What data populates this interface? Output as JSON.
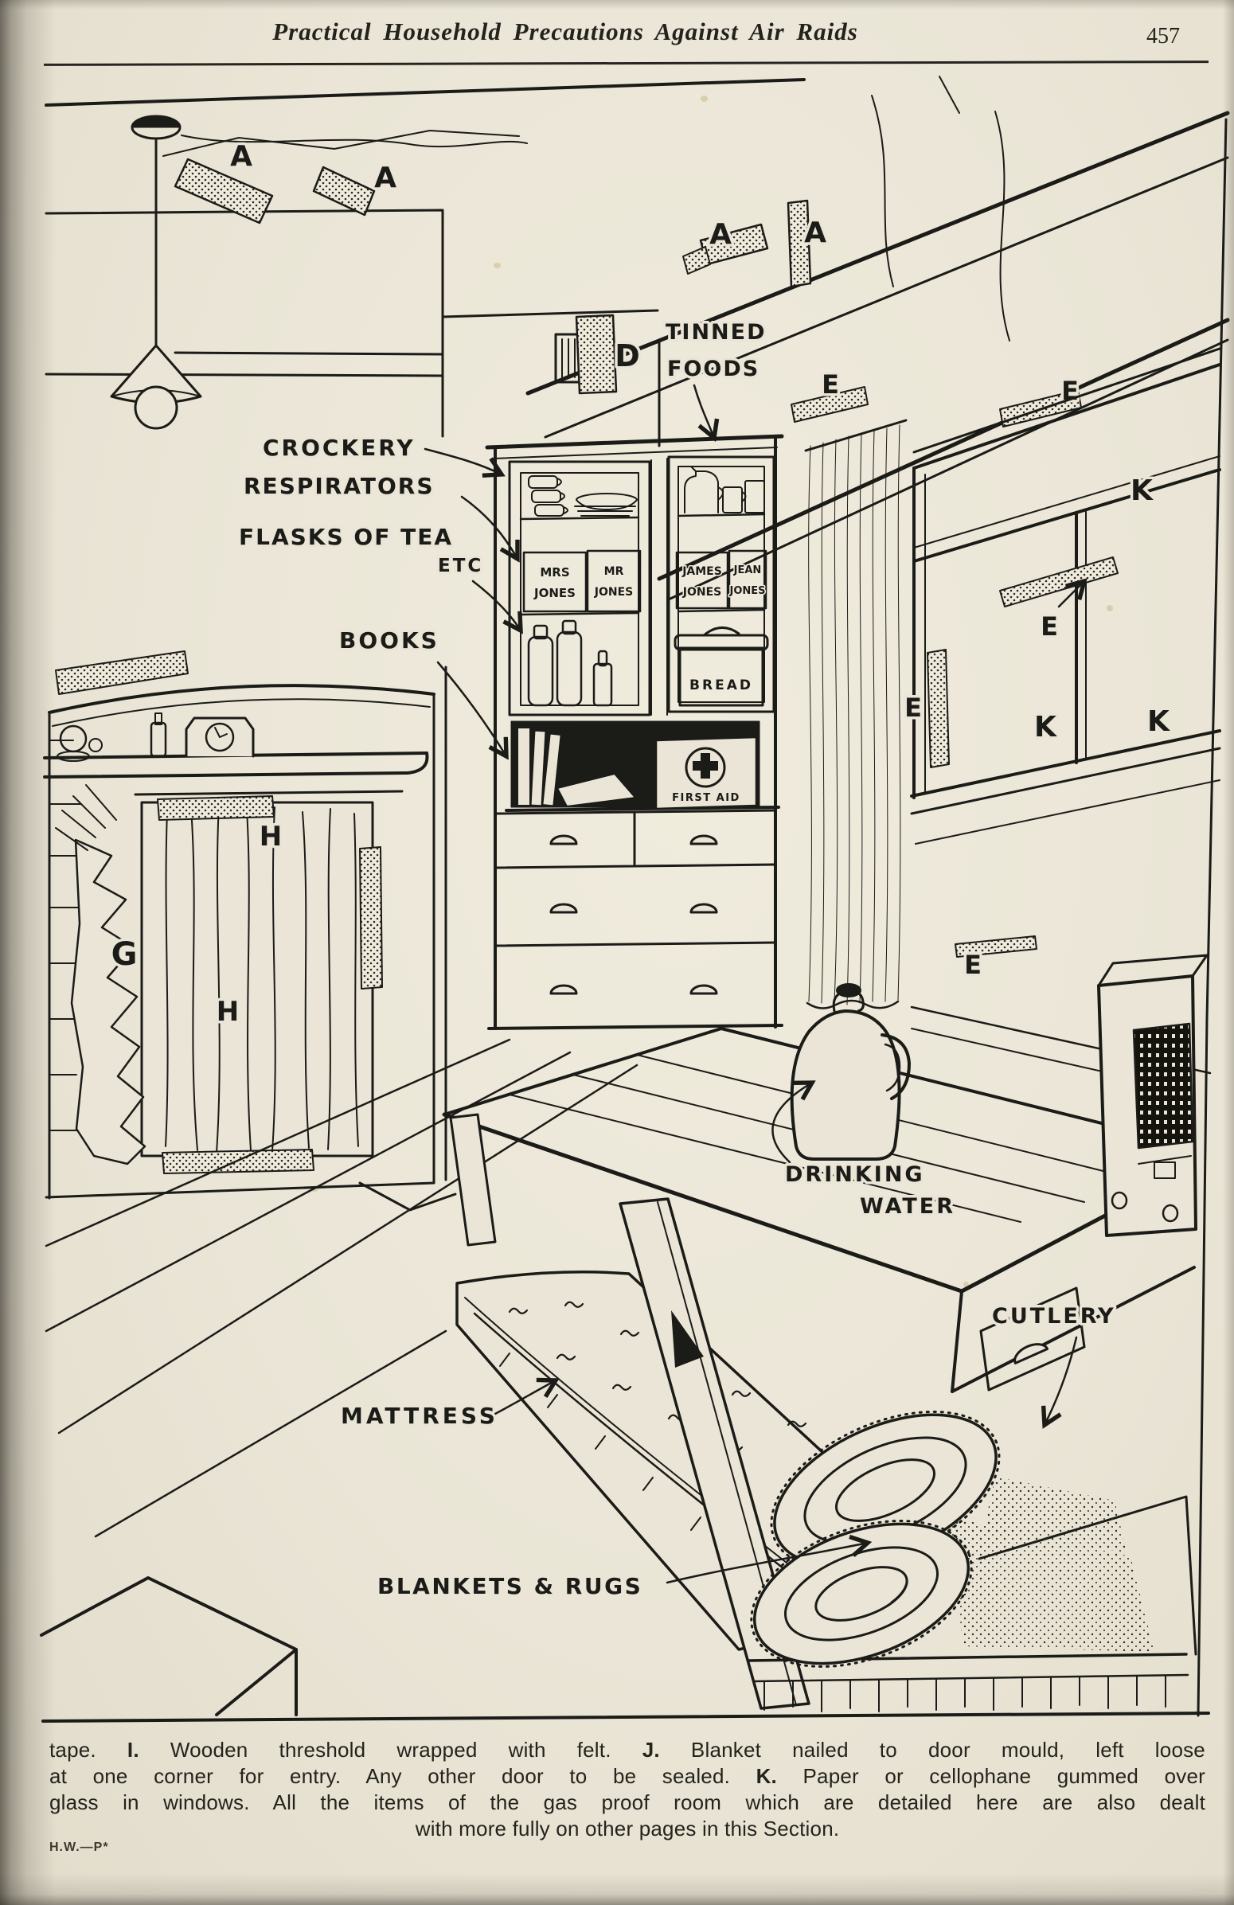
{
  "page": {
    "colors": {
      "paper": "#eae5d6",
      "ink": "#1b1b18"
    },
    "header": {
      "title": "Practical Household Precautions Against Air Raids",
      "page_number": "457"
    },
    "illustration": {
      "letters": {
        "a": "A",
        "d": "D",
        "e": "E",
        "k": "K",
        "h": "H",
        "g": "G"
      },
      "callouts": {
        "tinned_foods_line1": "TINNED",
        "tinned_foods_line2": "FOODS",
        "crockery": "CROCKERY",
        "respirators": "RESPIRATORS",
        "flasks": "FLASKS OF TEA",
        "etc": "ETC",
        "books": "BOOKS",
        "drinking_line1": "DRINKING",
        "drinking_line2": "WATER",
        "cutlery": "CUTLERY",
        "mattress": "MATTRESS",
        "blankets": "BLANKETS & RUGS"
      },
      "cabinet": {
        "box1_line1": "MRS",
        "box1_line2": "JONES",
        "box2_line1": "MR",
        "box2_line2": "JONES",
        "box3_line1": "JAMES",
        "box3_line2": "JONES",
        "box4_line1": "JEAN",
        "box4_line2": "JONES",
        "bread": "BREAD",
        "first_aid": "FIRST AID"
      }
    },
    "caption": {
      "line1": {
        "t1": "tape.",
        "b1": "I.",
        "t2": "Wooden threshold wrapped with felt.",
        "b2": "J.",
        "t3": "Blanket nailed to door mould, left loose"
      },
      "line2": {
        "t1": "at one corner for entry.  Any other door to be sealed.",
        "b1": "K.",
        "t2": "Paper or cellophane gummed over"
      },
      "line3": {
        "t1": "glass in windows.  All the items of the gas proof room which are detailed here are also dealt"
      },
      "line4": {
        "t1": "with more fully on other pages in this Section."
      }
    },
    "printer_mark": "H.W.—P*"
  }
}
